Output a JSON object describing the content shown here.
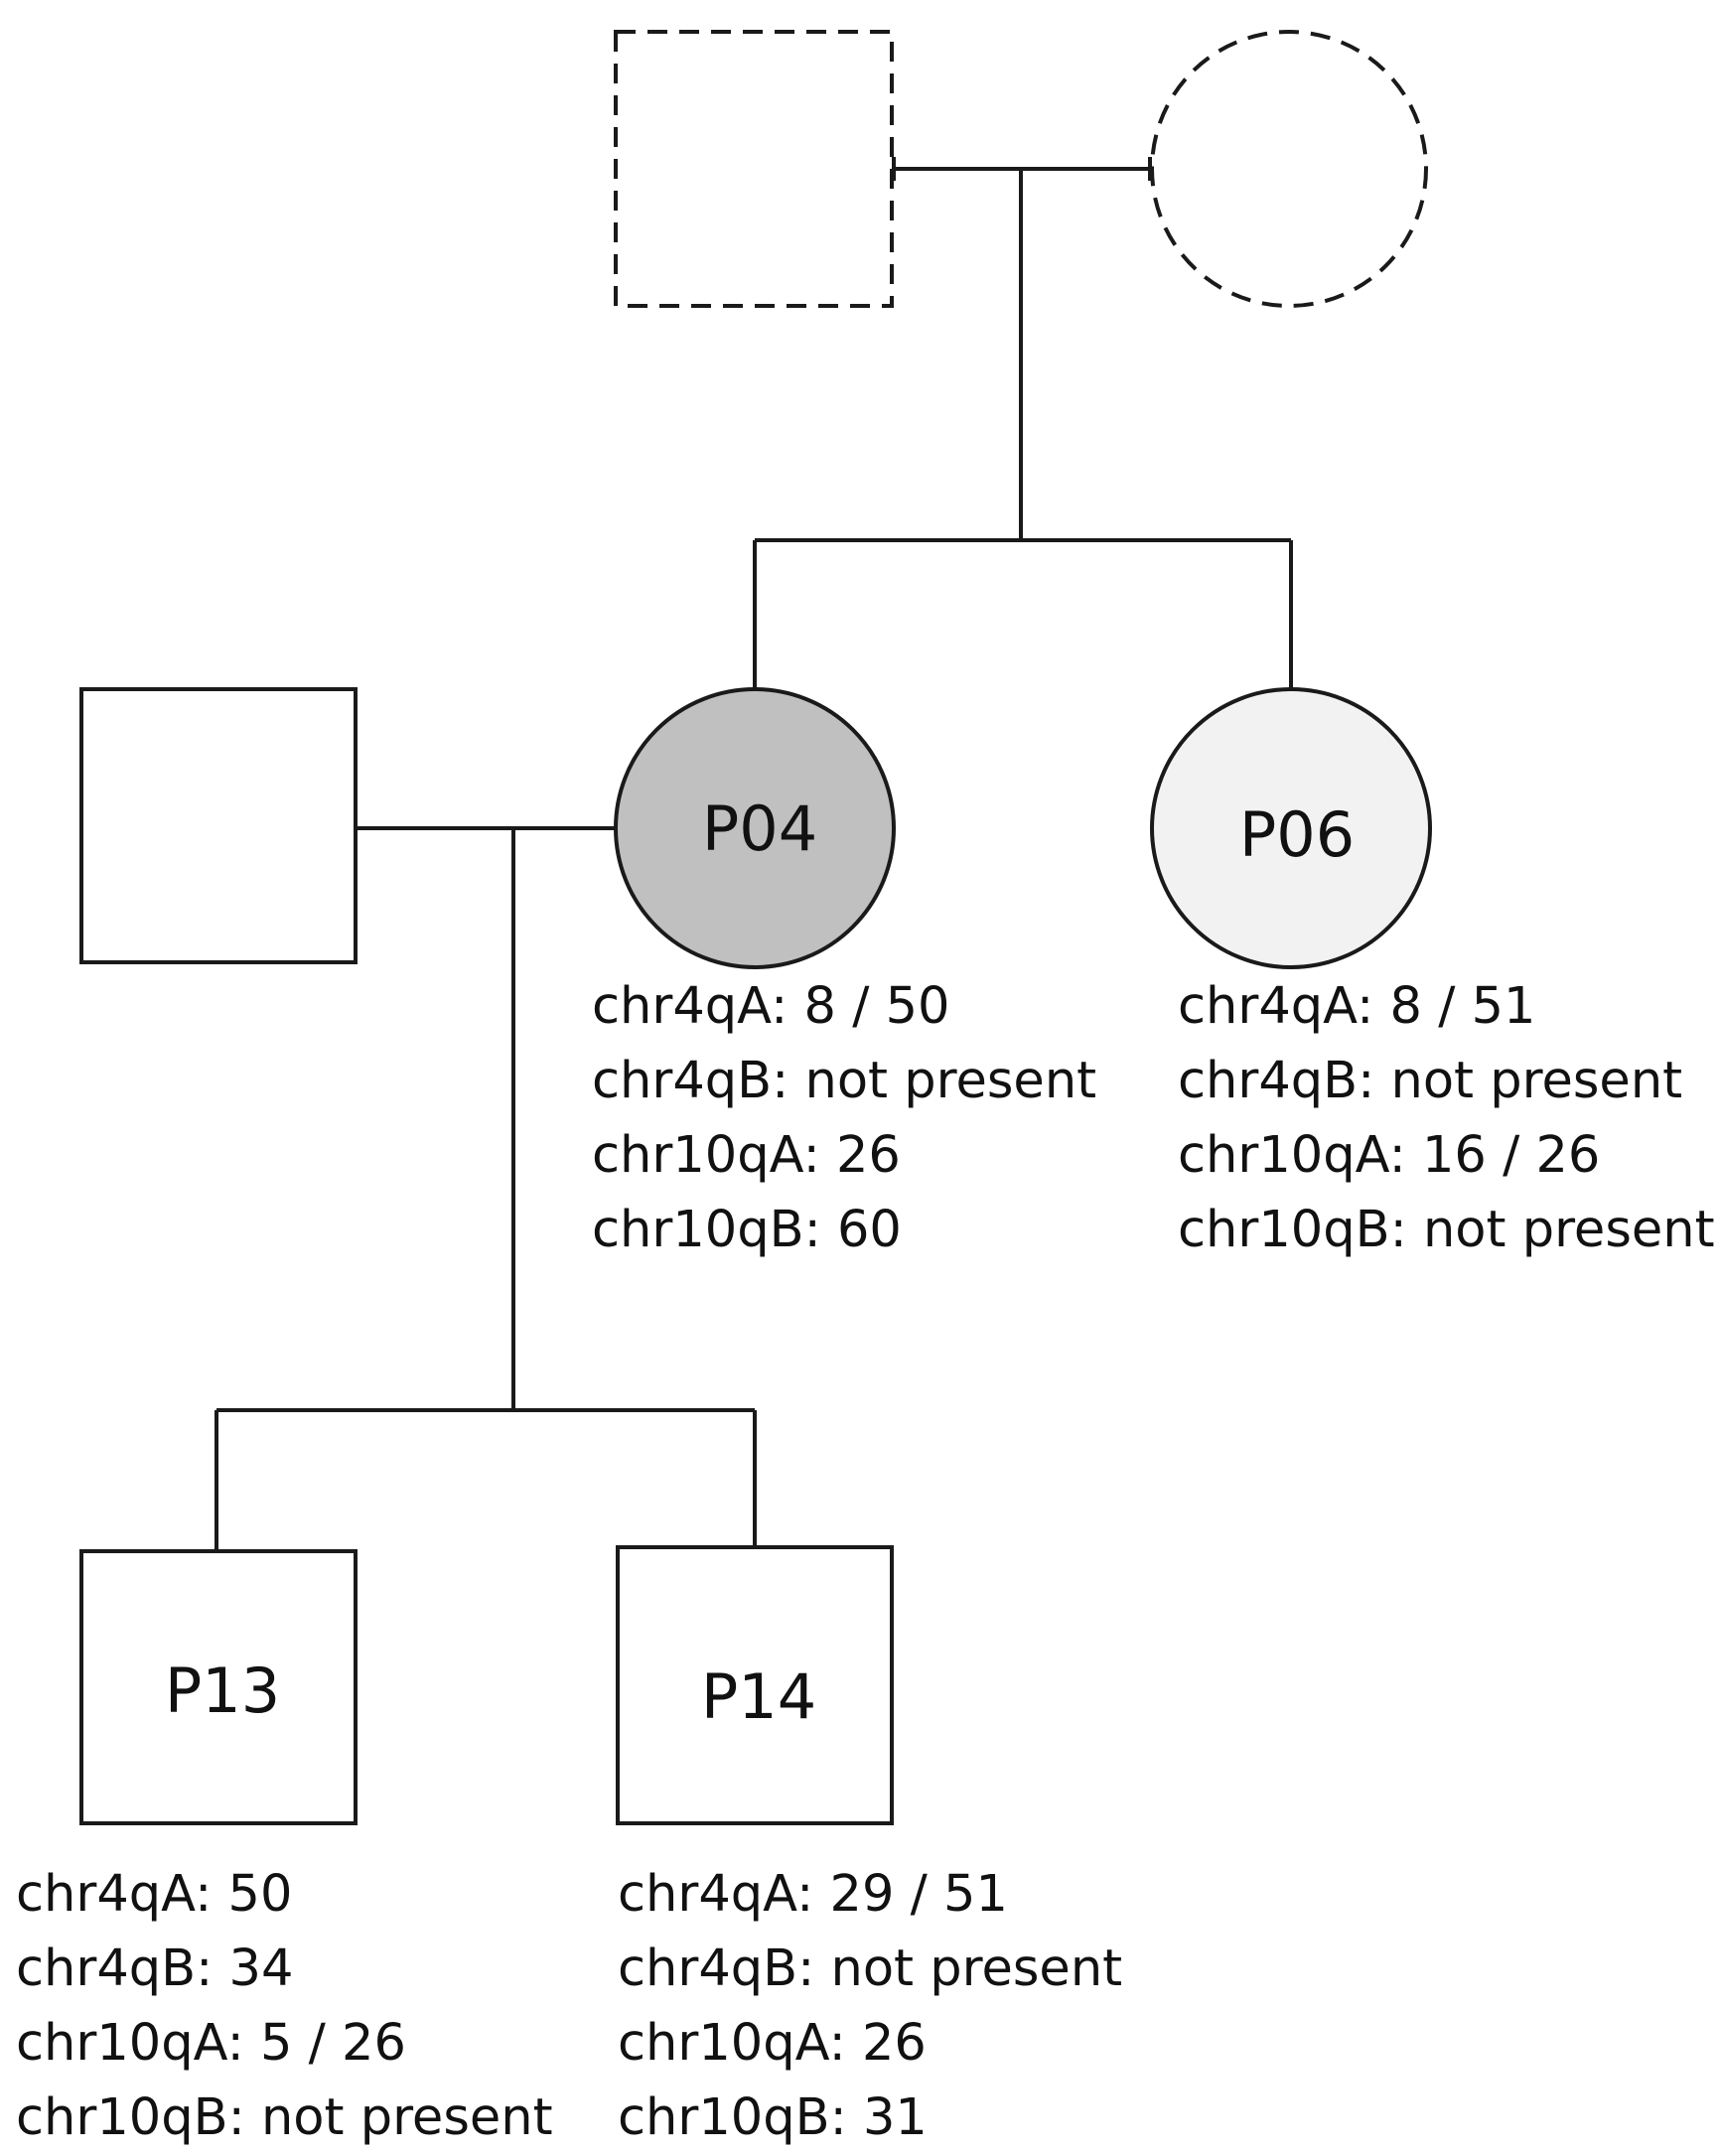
{
  "colors": {
    "line": "#1a1a1a",
    "affected_fill": "#c0c0c0",
    "carrier_fill": "#f2f2f2",
    "unaffected_fill": "#ffffff"
  },
  "individuals": {
    "grandfather": {
      "sex": "male",
      "status": "unknown (dashed)"
    },
    "grandmother": {
      "sex": "female",
      "status": "unknown (dashed)"
    },
    "spouse": {
      "sex": "male",
      "status": "unaffected"
    },
    "p04": {
      "label": "P04",
      "sex": "female",
      "lines": [
        "chr4qA: 8 / 50",
        "chr4qB: not present",
        "chr10qA: 26",
        "chr10qB: 60"
      ]
    },
    "p06": {
      "label": "P06",
      "sex": "female",
      "lines": [
        "chr4qA: 8 / 51",
        "chr4qB: not present",
        "chr10qA: 16 / 26",
        "chr10qB: not present"
      ]
    },
    "p13": {
      "label": "P13",
      "sex": "male",
      "lines": [
        "chr4qA: 50",
        "chr4qB: 34",
        "chr10qA: 5 / 26",
        "chr10qB: not present"
      ]
    },
    "p14": {
      "label": "P14",
      "sex": "male",
      "lines": [
        "chr4qA: 29 / 51",
        "chr4qB: not present",
        "chr10qA: 26",
        "chr10qB: 31"
      ]
    }
  }
}
